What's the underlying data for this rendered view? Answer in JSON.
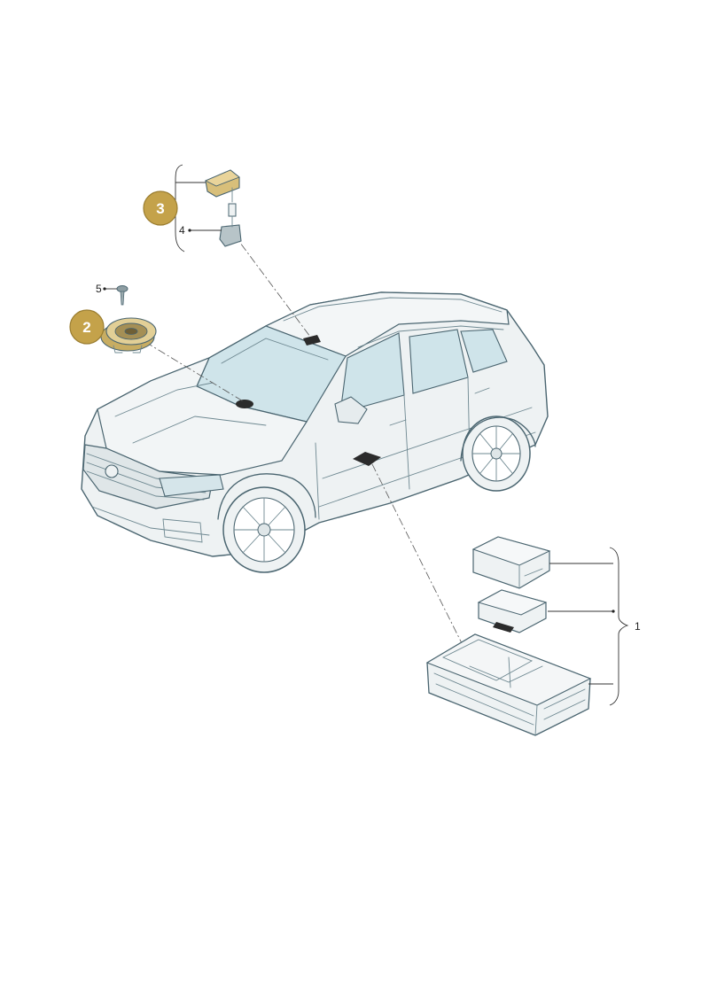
{
  "callouts": {
    "item1": "1",
    "item4": "4",
    "item5": "5"
  },
  "badges": {
    "badge2": "2",
    "badge3": "3"
  },
  "colors": {
    "badge_fill": "#c4a24a",
    "badge_stroke": "#9a7d30",
    "body_fill": "#eef2f3",
    "glass_fill": "#cfe4ea",
    "outline": "#4a6570",
    "part_dark": "#2b2b2b"
  }
}
